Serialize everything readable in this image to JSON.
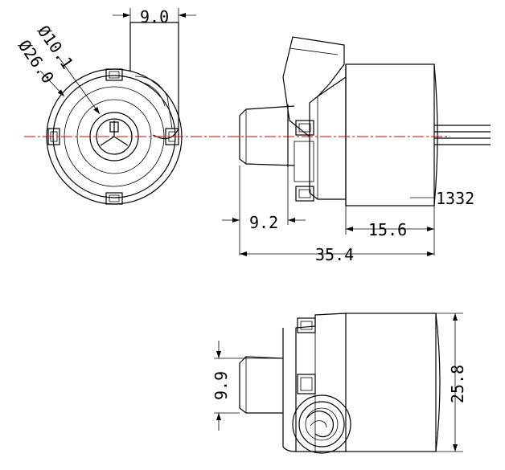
{
  "dimensions": {
    "outlet_offset": "9.0",
    "bore_diameter": "Ø10.1",
    "body_diameter": "Ø26.0",
    "inlet_length": "9.2",
    "body_length": "15.6",
    "overall_length": "35.4",
    "inlet_height": "9.9",
    "body_height": "25.8"
  },
  "part_number": "1332",
  "colors": {
    "line": "#000000",
    "centerline": "#e00000",
    "background": "#ffffff"
  }
}
